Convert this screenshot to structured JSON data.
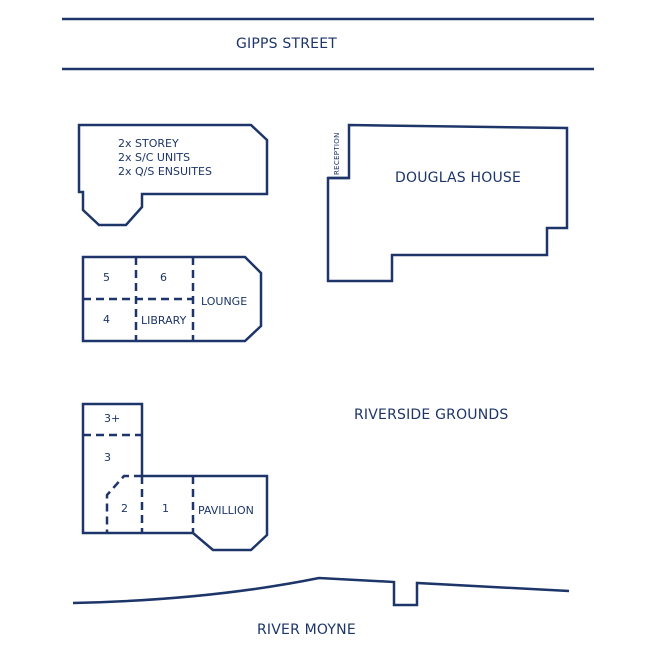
{
  "colors": {
    "ink": "#1d3569",
    "background": "#ffffff"
  },
  "streets": {
    "top": "GIPPS STREET",
    "bottom": "RIVER MOYNE"
  },
  "buildings": {
    "storey_block": {
      "lines": [
        "2x STOREY",
        "2x S/C UNITS",
        "2x Q/S ENSUITES"
      ]
    },
    "douglas_house": {
      "name": "DOUGLAS HOUSE",
      "reception": "RECEPTION"
    },
    "lounge_block": {
      "lounge": "LOUNGE",
      "library": "LIBRARY",
      "rooms": [
        "5",
        "6",
        "4"
      ]
    },
    "pavillion_block": {
      "pavillion": "PAVILLION",
      "rooms": [
        "3+",
        "3",
        "2",
        "1"
      ]
    }
  },
  "areas": {
    "grounds": "RIVERSIDE GROUNDS"
  }
}
